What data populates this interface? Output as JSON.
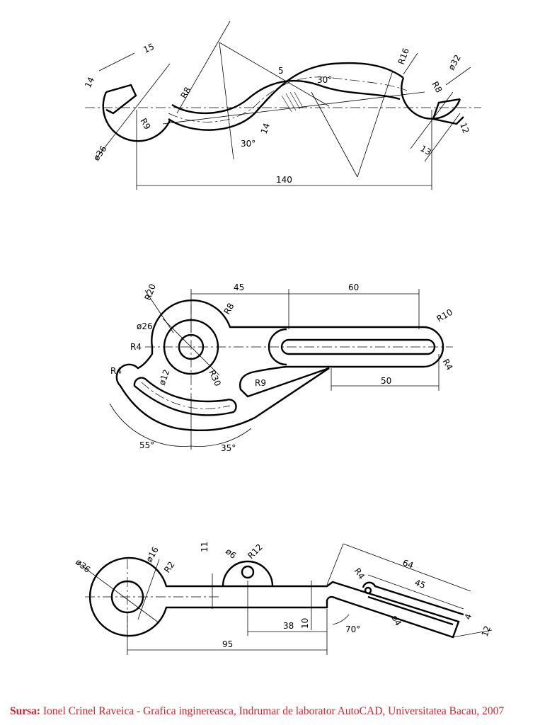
{
  "drawing_1": {
    "dimensions": [
      "15",
      "14",
      "R8",
      "R9",
      "ø36",
      "140",
      "5",
      "30°",
      "30°",
      "14",
      "R16",
      "ø32",
      "R8",
      "12",
      "13"
    ]
  },
  "drawing_2": {
    "dimensions": [
      "R20",
      "45",
      "60",
      "R8",
      "ø26",
      "R10",
      "R4",
      "R4",
      "ø12",
      "R30",
      "R9",
      "R4",
      "50",
      "55°",
      "35°"
    ]
  },
  "drawing_3": {
    "dimensions": [
      "ø36",
      "ø16",
      "R2",
      "11",
      "ø6",
      "R12",
      "64",
      "R4",
      "45",
      "38",
      "10",
      "70°",
      "ø4",
      "4",
      "12",
      "95"
    ]
  },
  "source": {
    "label": "Sursa:",
    "text": " Ionel Crinel Raveica - Grafica inginereasca, Indrumar de laborator AutoCAD, Universitatea Bacau, 2007"
  }
}
